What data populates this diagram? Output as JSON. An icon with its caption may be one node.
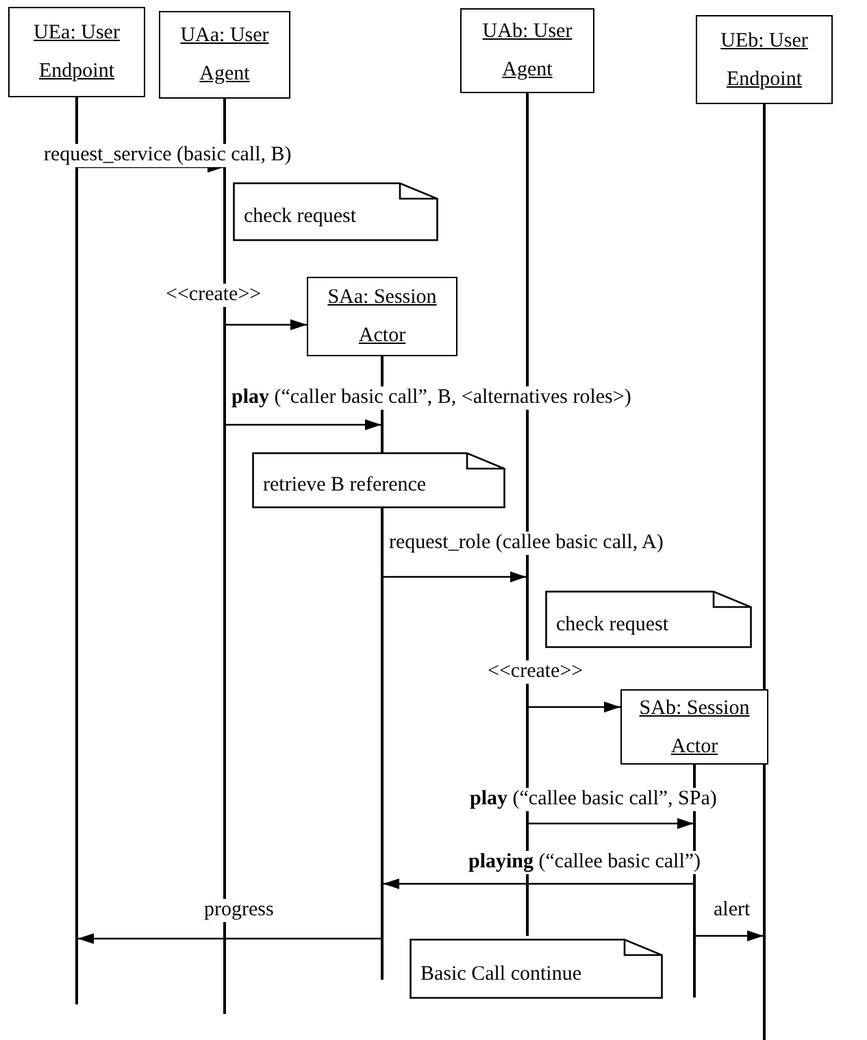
{
  "diagram": {
    "nodes": [
      {
        "text": [
          "UEa: User Endpoint"
        ]
      },
      {
        "text": [
          "UAa: User Agent"
        ]
      },
      {
        "text": [
          "UAb: User Agent"
        ]
      },
      {
        "text": [
          "UEb: User Endpoint"
        ]
      },
      {
        "text": [
          "check request"
        ]
      },
      {
        "text": [
          "SAa: Session Actor"
        ]
      },
      {
        "text": [
          "retrieve B reference"
        ]
      },
      {
        "text": [
          "check request"
        ]
      },
      {
        "text": [
          "SAb: Session Actor"
        ]
      },
      {
        "text": [
          "Basic Call continue"
        ]
      },
      {
        "text": [],
        "shape": "line"
      },
      {
        "text": [],
        "shape": "line"
      },
      {
        "text": [],
        "shape": "line"
      },
      {
        "text": [],
        "shape": "line"
      },
      {
        "text": [],
        "shape": "line"
      },
      {
        "text": [],
        "shape": "line"
      }
    ],
    "edges": [
      {
        "from": 10,
        "to": 11,
        "arrow": "to",
        "label": "request_service (basic call, B)"
      },
      {
        "from": 11,
        "to": 5,
        "arrow": "to",
        "label": "<<create>>"
      },
      {
        "from": 11,
        "to": 12,
        "arrow": "to",
        "label": "**play** (“caller basic call”, B, <alternatives roles>)"
      },
      {
        "from": 12,
        "to": 13,
        "arrow": "to",
        "label": "request_role (callee basic call, A)"
      },
      {
        "from": 13,
        "to": 8,
        "arrow": "to",
        "label": "<<create>>"
      },
      {
        "from": 13,
        "to": 14,
        "arrow": "to",
        "label": "**play** (“callee basic call”, SPa)"
      },
      {
        "from": 14,
        "to": 12,
        "arrow": "to",
        "label": "**playing** (“callee basic call”)"
      },
      {
        "from": 12,
        "to": 10,
        "arrow": "to",
        "label": "progress"
      },
      {
        "from": 14,
        "to": 15,
        "arrow": "to",
        "label": "alert"
      }
    ]
  }
}
